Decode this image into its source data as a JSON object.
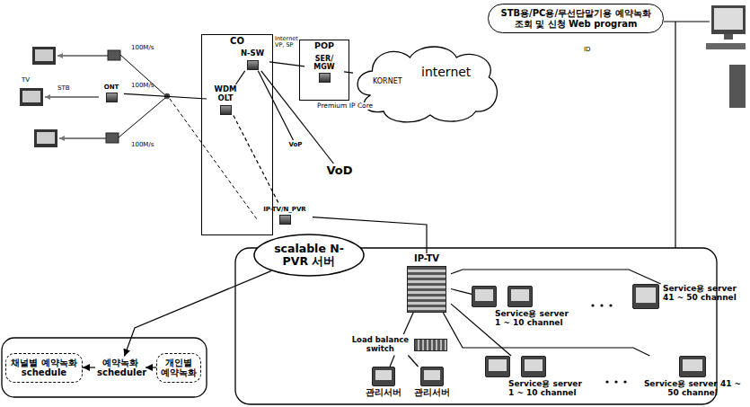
{
  "diagram": {
    "nodes": [
      {
        "text": [
          "STB용/PC용/무선단말기용 예약녹화 조회 및 신청 Web program"
        ]
      },
      {
        "text": [
          "CO"
        ]
      },
      {
        "text": [
          "WDM OLT"
        ],
        "in": 1
      },
      {
        "text": [
          "N-SW"
        ],
        "in": 1
      },
      {
        "text": [
          "POP"
        ]
      },
      {
        "text": [
          "SER/ MGW"
        ],
        "in": 4
      },
      {
        "text": [
          "KORNET",
          "internet"
        ]
      },
      {
        "text": [
          "VoP"
        ]
      },
      {
        "text": [
          "VoD"
        ]
      },
      {
        "text": [
          "ONT"
        ]
      },
      {
        "text": [
          "IP-TV/N_PVR"
        ]
      },
      {
        "text": [
          "scalable N-PVR 서버"
        ]
      },
      {
        "text": [
          "IP-TV"
        ]
      },
      {
        "text": [
          "Service용 server 1 ~ 10 channel"
        ]
      },
      {
        "text": [
          "Service용 server 41 ~ 50 channel"
        ]
      },
      {
        "text": [
          "Load balance switch"
        ]
      },
      {
        "text": [
          "Service용 server 1 ~ 10 channel"
        ]
      },
      {
        "text": [
          "Service용 server 41 ~ 50 channel"
        ]
      },
      {
        "text": [
          "관리서버"
        ]
      },
      {
        "text": [
          "관리서버"
        ]
      },
      {
        "text": [
          "채널별 예약녹화 schedule"
        ]
      },
      {
        "text": [
          "예약녹화 scheduler"
        ]
      },
      {
        "text": [
          "개인별 예약녹화"
        ]
      }
    ],
    "edges": [
      {
        "from": 9,
        "to": 2,
        "arrow": "none"
      },
      {
        "from": 2,
        "to": 3,
        "arrow": "none"
      },
      {
        "from": 3,
        "to": 5,
        "arrow": "none"
      },
      {
        "from": 5,
        "to": 6,
        "arrow": "none"
      },
      {
        "from": 3,
        "to": 7,
        "arrow": "none"
      },
      {
        "from": 3,
        "to": 8,
        "arrow": "none"
      },
      {
        "from": 2,
        "to": 10,
        "arrow": "none"
      },
      {
        "from": 10,
        "to": 12,
        "arrow": "none"
      },
      {
        "from": 12,
        "to": 13,
        "arrow": "none"
      },
      {
        "from": 12,
        "to": 14,
        "arrow": "none"
      },
      {
        "from": 12,
        "to": 16,
        "arrow": "none"
      },
      {
        "from": 12,
        "to": 17,
        "arrow": "none"
      },
      {
        "from": 12,
        "to": 15,
        "arrow": "none"
      },
      {
        "from": 15,
        "to": 18,
        "arrow": "none"
      },
      {
        "from": 15,
        "to": 19,
        "arrow": "none"
      },
      {
        "from": 11,
        "to": 21,
        "arrow": "to"
      },
      {
        "from": 22,
        "to": 21,
        "arrow": "to"
      },
      {
        "from": 21,
        "to": 20,
        "arrow": "to"
      }
    ],
    "labels": [
      "Internet VP, SP",
      "Premium IP Core",
      "TV",
      "STB",
      "100M/s",
      "100M/s",
      "100M/s",
      "ID"
    ]
  }
}
